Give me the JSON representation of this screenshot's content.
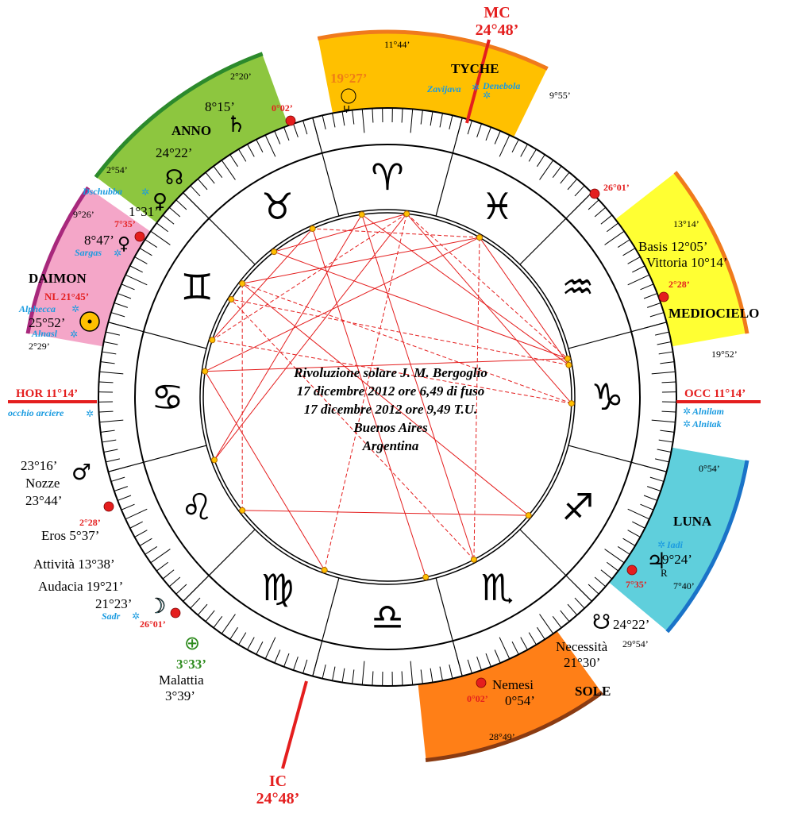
{
  "title_lines": [
    "Rivoluzione solare J. M. Bergoglio",
    "17 dicembre 2012 ore 6,49 di fuso",
    "17 dicembre 2012 ore 9,49 T.U.",
    "Buenos Aires",
    "Argentina"
  ],
  "axes": {
    "mc_label": "MC",
    "mc_degree": "24°48’",
    "ic_label": "IC",
    "ic_degree": "24°48’",
    "hor_label": "HOR  11°14’",
    "occ_label": "OCC  11°14’"
  },
  "colors": {
    "red": "#e41e1e",
    "star": "#1a9be0",
    "green": "#2e8b1e",
    "orange_text": "#ef7d16"
  },
  "signs": [
    {
      "name": "aries",
      "glyph": "♈"
    },
    {
      "name": "pisces",
      "glyph": "♓"
    },
    {
      "name": "aquarius",
      "glyph": "♒"
    },
    {
      "name": "capricorn",
      "glyph": "♑"
    },
    {
      "name": "sagittarius",
      "glyph": "♐"
    },
    {
      "name": "scorpio",
      "glyph": "♏"
    },
    {
      "name": "libra",
      "glyph": "♎"
    },
    {
      "name": "virgo",
      "glyph": "♍"
    },
    {
      "name": "leo",
      "glyph": "♌"
    },
    {
      "name": "cancer",
      "glyph": "♋"
    },
    {
      "name": "gemini",
      "glyph": "♊"
    },
    {
      "name": "taurus",
      "glyph": "♉"
    }
  ],
  "sectors": {
    "tyche": {
      "label": "TYCHE",
      "start": "11°44’",
      "end": "9°55’",
      "color": "#ffc000",
      "edge": "#f07a1c"
    },
    "anno": {
      "label": "ANNO",
      "start": "2°20’",
      "end": "2°54’",
      "color": "#8dc63f",
      "edge": "#2c8a2c"
    },
    "daimon": {
      "label": "DAIMON",
      "start": "9°26’",
      "end": "2°29’",
      "color": "#f4a6c8",
      "edge": "#a8287c"
    },
    "mediocielo": {
      "label": "MEDIOCIELO",
      "start": "13°14’",
      "end": "19°52’",
      "color": "#ffff33",
      "edge": "#f07a1c"
    },
    "luna": {
      "label": "LUNA",
      "start": "0°54’",
      "end": "7°40’",
      "color": "#5fcfdc",
      "edge": "#1a73c8"
    },
    "sole": {
      "label": "SOLE",
      "start": "29°54’",
      "end": "28°49’",
      "color": "#ff7f17",
      "edge": "#8a3b12"
    }
  },
  "planets": {
    "saturn": {
      "glyph": "♄",
      "degree": "8°15’"
    },
    "node": {
      "glyph": "☊",
      "degree": "24°22’"
    },
    "venus": {
      "glyph": "♀",
      "degree": "1°31’"
    },
    "pluto": {
      "glyph": "♀",
      "degree": "8°47’"
    },
    "sun": {
      "degree": "25°52’"
    },
    "mars": {
      "glyph": "♂",
      "degree": "23°16’"
    },
    "moon": {
      "glyph": "☽",
      "degree": "21°23’"
    },
    "jupiter": {
      "glyph": "♃",
      "degree": "9°24’",
      "retro": "R"
    },
    "south_node": {
      "glyph": "☋",
      "degree": "24°22’"
    },
    "part_fortune": {
      "glyph": "⊕",
      "degree": "3°33’"
    },
    "uranus": {
      "degree": "19°27’"
    }
  },
  "lots": {
    "basis": "Basis 12°05’",
    "vittoria": "Vittoria 10°14’",
    "nozze": "Nozze",
    "nozze_deg": "23°44’",
    "eros": "Eros 5°37’",
    "attivita": "Attività 13°38’",
    "audacia": "Audacia 19°21’",
    "malattia": "Malattia",
    "malattia_deg": "3°39’",
    "necessita": "Necessità",
    "necessita_deg": "21°30’",
    "nemesi": "Nemesi",
    "nemesi_deg": "0°54’"
  },
  "markers": {
    "m_0002_top": "0°02’",
    "m_2601_top": "26°01’",
    "m_0735_top": "7°35’",
    "m_2128": "NL 21°45’",
    "m_0228_right": "2°28’",
    "m_0228_left": "2°28’",
    "m_2601_left": "26°01’",
    "m_0735_right": "7°35’",
    "m_0002_bottom": "0°02’"
  },
  "stars": {
    "zavijava": "Zavijava",
    "denebola": "Denebola",
    "dschubba": "Dschubba",
    "sargas": "Sargas",
    "alphecca": "Alphecca",
    "alnasl": "Alnasl",
    "occhio": "occhio arciere",
    "alnilam": "Alnilam",
    "alnitak": "Alnitak",
    "iadi": "Iadi",
    "sadr": "Sadr"
  }
}
